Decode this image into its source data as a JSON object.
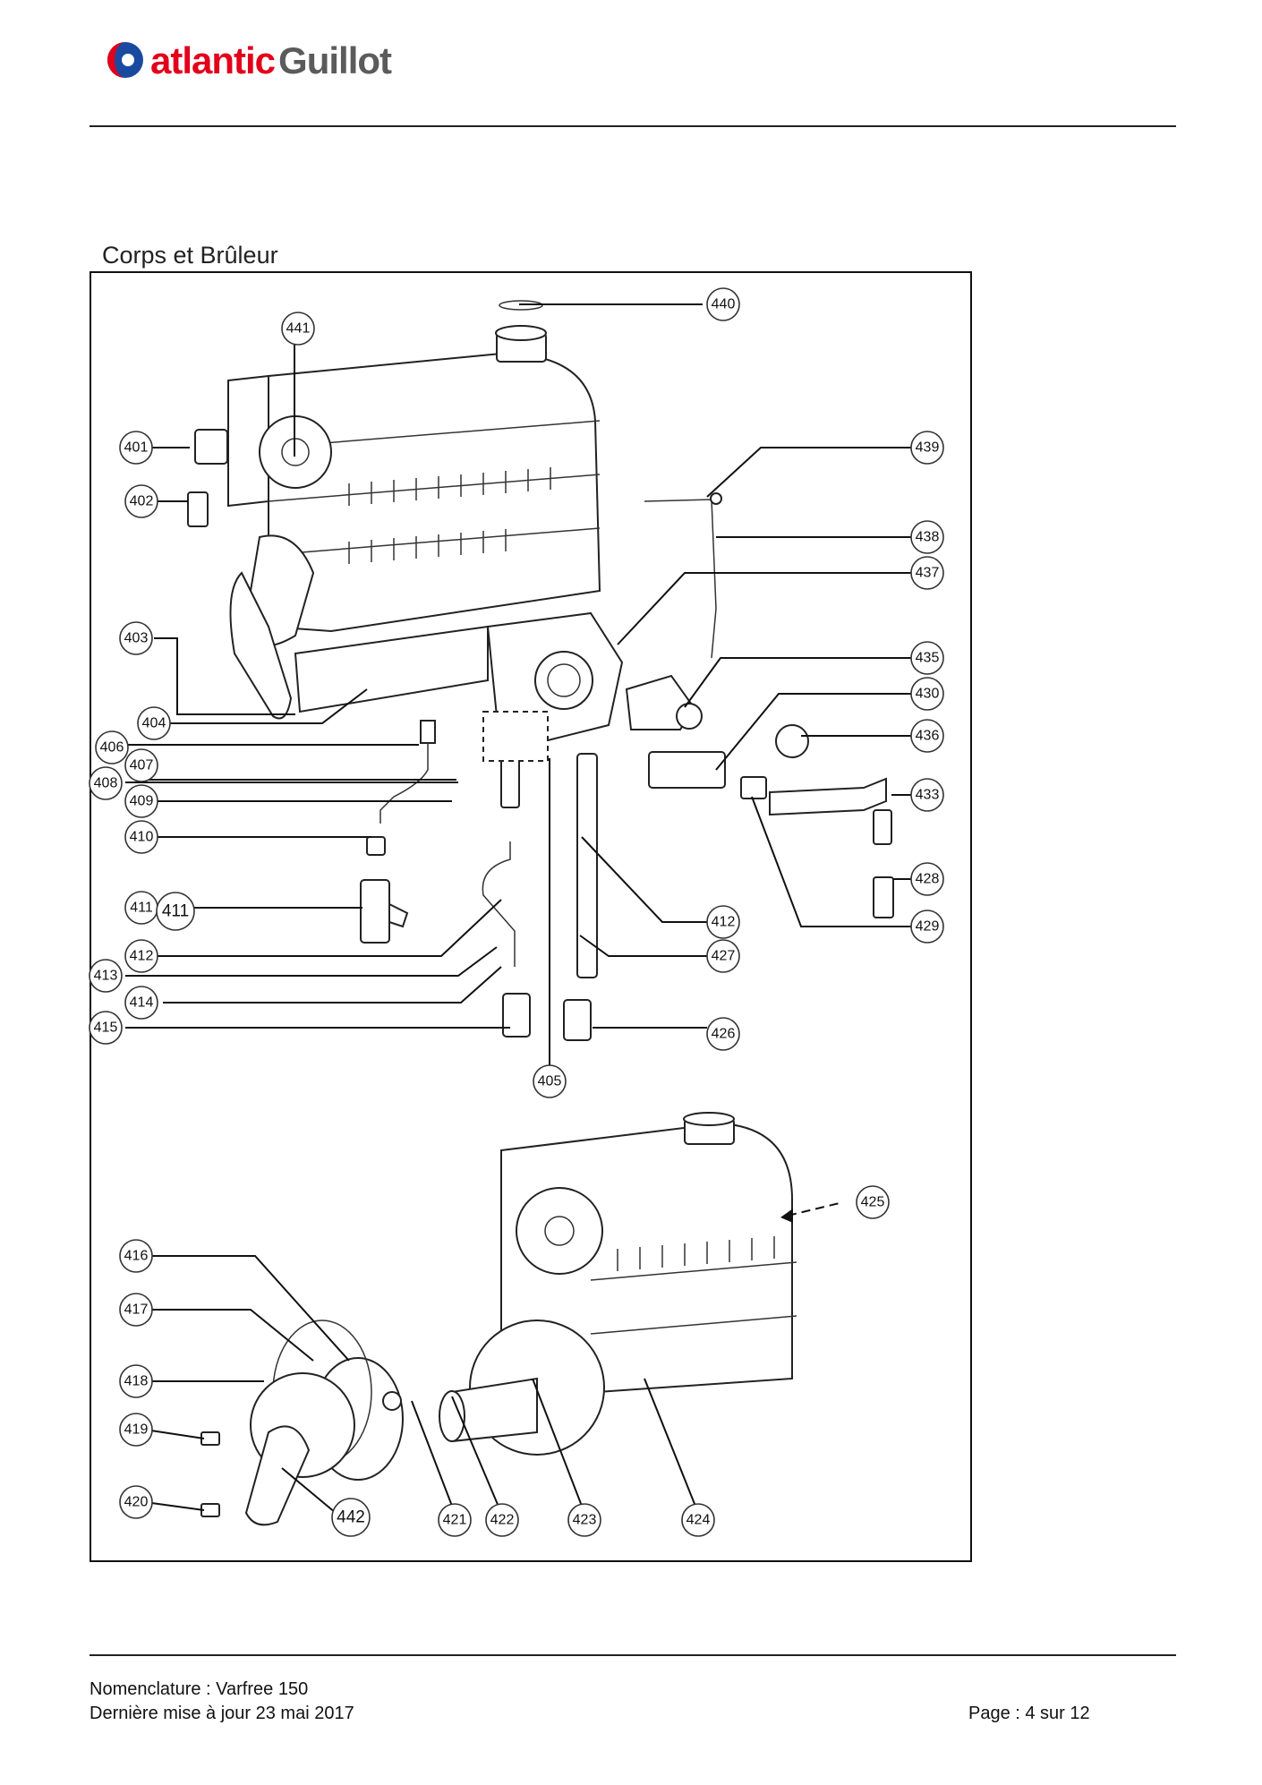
{
  "header": {
    "brand_primary": "atlantic",
    "brand_secondary": "Guillot",
    "brand_colors": {
      "red": "#e2001a",
      "blue": "#1a4aa0",
      "gray": "#5b5b5b"
    }
  },
  "section": {
    "title": "Corps et Brûleur"
  },
  "callouts": {
    "c401": "401",
    "c402": "402",
    "c403": "403",
    "c404": "404",
    "c405": "405",
    "c406": "406",
    "c407": "407",
    "c408": "408",
    "c409": "409",
    "c410": "410",
    "c411a": "411",
    "c411b": "411",
    "c412a": "412",
    "c412b": "412",
    "c413": "413",
    "c414": "414",
    "c415": "415",
    "c416": "416",
    "c417": "417",
    "c418": "418",
    "c419": "419",
    "c420": "420",
    "c421": "421",
    "c422": "422",
    "c423": "423",
    "c424": "424",
    "c425": "425",
    "c426": "426",
    "c427": "427",
    "c428": "428",
    "c429": "429",
    "c430": "430",
    "c433": "433",
    "c435": "435",
    "c436": "436",
    "c437": "437",
    "c438": "438",
    "c439": "439",
    "c440": "440",
    "c441": "441",
    "c442": "442"
  },
  "footer": {
    "line1": "Nomenclature : Varfree 150",
    "line2": "Dernière mise à jour 23 mai 2017",
    "page": "Page : 4 sur 12"
  }
}
